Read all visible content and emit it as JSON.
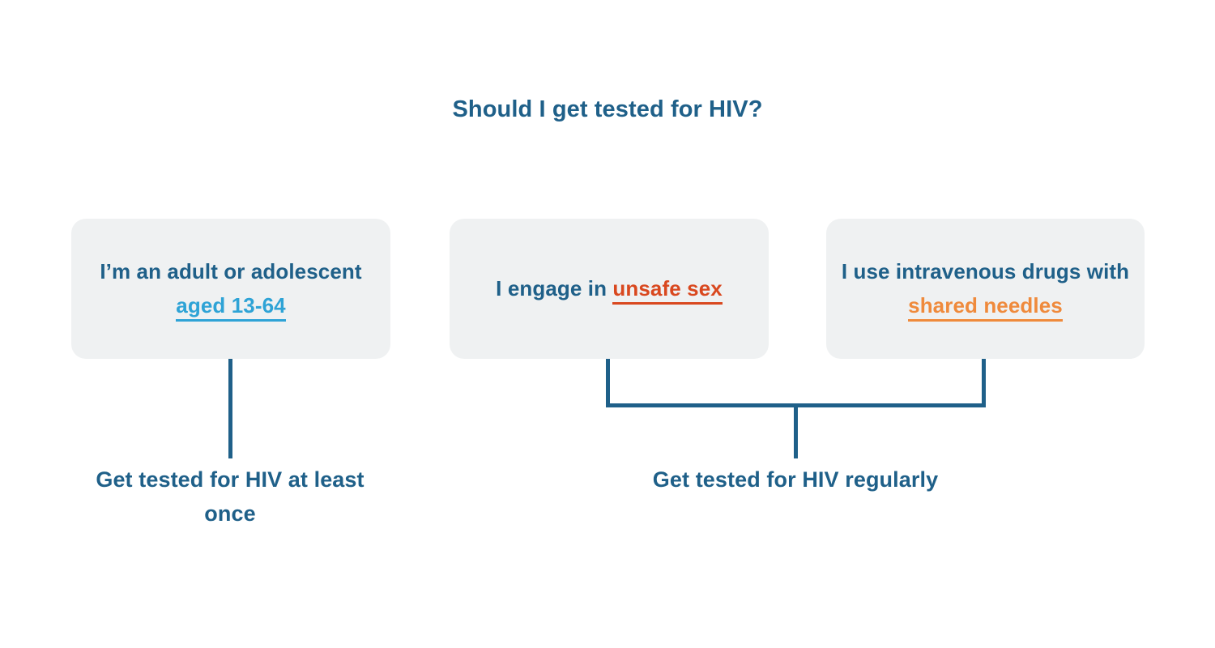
{
  "diagram": {
    "title": "Should I get tested for HIV?",
    "colors": {
      "background": "#ffffff",
      "card_background": "#eff1f2",
      "primary_blue": "#1f6089",
      "accent_light_blue": "#2ea3d6",
      "accent_red_orange": "#d9481f",
      "accent_orange": "#ef8a3c",
      "connector_line": "#1f6089"
    },
    "conditions": [
      {
        "id": "condition-age",
        "prefix": "I’m an adult or adolescent ",
        "highlight": "aged 13-64",
        "suffix": "",
        "highlight_color": "#2ea3d6"
      },
      {
        "id": "condition-unsafe-sex",
        "prefix": "I engage in ",
        "highlight": "unsafe sex",
        "suffix": "",
        "highlight_color": "#d9481f"
      },
      {
        "id": "condition-shared-needles",
        "prefix": "I use intravenous drugs with ",
        "highlight": "shared needles",
        "suffix": "",
        "highlight_color": "#ef8a3c"
      }
    ],
    "outcomes": [
      {
        "id": "outcome-once",
        "label": "Get tested for HIV at least once",
        "from_conditions": [
          "condition-age"
        ]
      },
      {
        "id": "outcome-regularly",
        "label": "Get tested for HIV regularly",
        "from_conditions": [
          "condition-unsafe-sex",
          "condition-shared-needles"
        ]
      }
    ]
  }
}
